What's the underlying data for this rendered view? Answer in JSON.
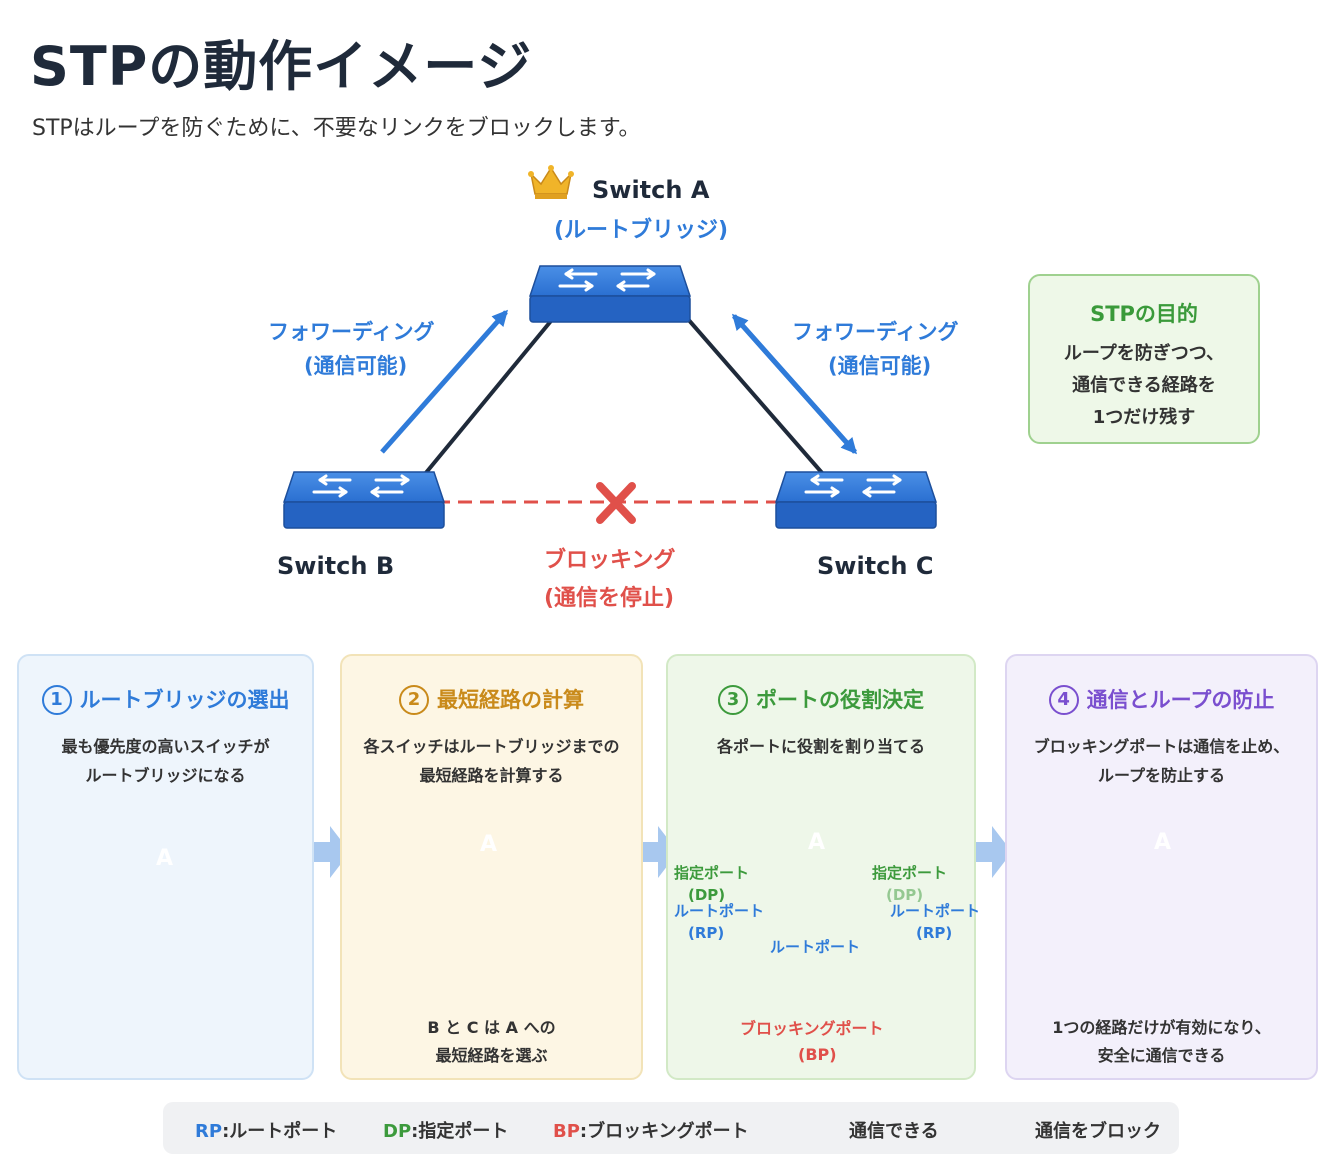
{
  "header": {
    "title": "STPの動作イメージ",
    "subtitle": "STPはループを防ぐために、不要なリンクをブロックします。"
  },
  "main_diagram": {
    "switch_a": "Switch A",
    "switch_a_role": "(ルートブリッジ)",
    "switch_b": "Switch B",
    "switch_c": "Switch C",
    "left_link_label": "フォワーディング",
    "left_link_sub": "(通信可能)",
    "right_link_label": "フォワーディング",
    "right_link_sub": "(通信可能)",
    "blocked_label": "ブロッキング",
    "blocked_sub": "(通信を停止)"
  },
  "purpose_box": {
    "title": "STPの目的",
    "lines": [
      "ループを防ぎつつ、",
      "通信できる経路を",
      "1つだけ残す"
    ]
  },
  "steps": [
    {
      "num": "1",
      "title": "ルートブリッジの選出",
      "body": [
        "最も優先度の高いスイッチが",
        "ルートブリッジになる"
      ],
      "node": "A",
      "color": "#2f7bd9"
    },
    {
      "num": "2",
      "title": "最短経路の計算",
      "body": [
        "各スイッチはルートブリッジまでの",
        "最短経路を計算する"
      ],
      "node": "A",
      "footer": [
        "B と C は A への",
        "最短経路を選ぶ"
      ],
      "color": "#c98a1a"
    },
    {
      "num": "3",
      "title": "ポートの役割決定",
      "body": [
        "各ポートに役割を割り当てる"
      ],
      "node": "A",
      "labels": {
        "dp_left": "指定ポート",
        "dp_left_abbr": "(DP)",
        "rp_left": "ルートポート",
        "rp_left_abbr": "(RP)",
        "dp_right": "指定ポート",
        "dp_right_abbr": "(DP)",
        "rp_right": "ルートポート",
        "rp_right_abbr": "(RP)",
        "rp_bottom": "ルートポート",
        "bp": "ブロッキングポート",
        "bp_abbr": "(BP)"
      },
      "color": "#3c9a3c"
    },
    {
      "num": "4",
      "title": "通信とループの防止",
      "body": [
        "ブロッキングポートは通信を止め、",
        "ループを防止する"
      ],
      "node": "A",
      "footer": [
        "1つの経路だけが有効になり、",
        "安全に通信できる"
      ],
      "color": "#7a4fcf"
    }
  ],
  "legend": {
    "rp_abbr": "RP",
    "rp_text": ":ルートポート",
    "dp_abbr": "DP",
    "dp_text": ":指定ポート",
    "bp_abbr": "BP",
    "bp_text": ":ブロッキングポート",
    "forward_text": "通信できる",
    "block_text": "通信をブロック"
  },
  "colors": {
    "forward": "#2f7bd9",
    "blocked": "#e0504a",
    "designated": "#3c9a3c",
    "switch": "#2a6fd1",
    "crown": "#f0b429"
  }
}
